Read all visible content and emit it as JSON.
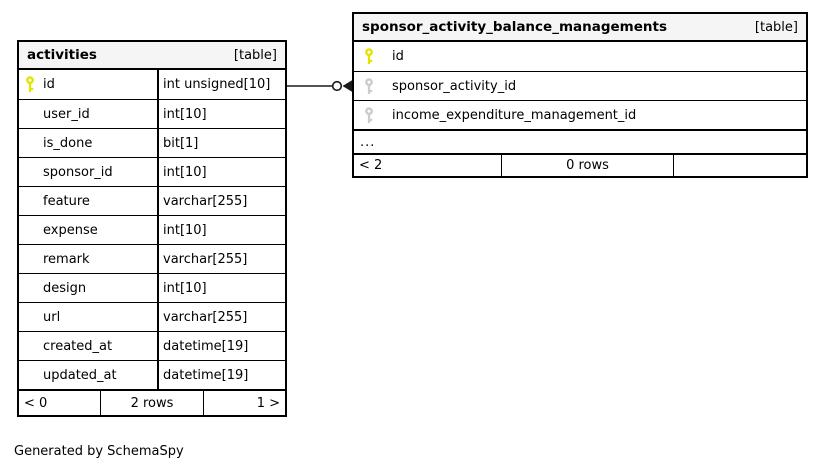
{
  "footer_note": "Generated by SchemaSpy",
  "colors": {
    "primary_key": "#e4e400",
    "foreign_key": "#cccccc",
    "header_bg": "#f5f5f5",
    "border": "#000000",
    "connector": "#1a1a1a"
  },
  "tables": [
    {
      "name": "activities",
      "badge": "[table]",
      "has_types": true,
      "columns": [
        {
          "name": "id",
          "type": "int unsigned[10]",
          "key": "primary"
        },
        {
          "name": "user_id",
          "type": "int[10]",
          "key": null
        },
        {
          "name": "is_done",
          "type": "bit[1]",
          "key": null
        },
        {
          "name": "sponsor_id",
          "type": "int[10]",
          "key": null
        },
        {
          "name": "feature",
          "type": "varchar[255]",
          "key": null
        },
        {
          "name": "expense",
          "type": "int[10]",
          "key": null
        },
        {
          "name": "remark",
          "type": "varchar[255]",
          "key": null
        },
        {
          "name": "design",
          "type": "int[10]",
          "key": null
        },
        {
          "name": "url",
          "type": "varchar[255]",
          "key": null
        },
        {
          "name": "created_at",
          "type": "datetime[19]",
          "key": null
        },
        {
          "name": "updated_at",
          "type": "datetime[19]",
          "key": null
        }
      ],
      "footer": {
        "left": "< 0",
        "center": "2 rows",
        "right": "1 >"
      }
    },
    {
      "name": "sponsor_activity_balance_managements",
      "badge": "[table]",
      "has_types": false,
      "columns": [
        {
          "name": "id",
          "key": "primary"
        },
        {
          "name": "sponsor_activity_id",
          "key": "foreign"
        },
        {
          "name": "income_expenditure_management_id",
          "key": "foreign"
        }
      ],
      "ellipsis": "...",
      "footer": {
        "left": "< 2",
        "center": "0 rows",
        "right": ""
      }
    }
  ],
  "relationship": {
    "from": "activities.id",
    "to": "sponsor_activity_balance_managements.sponsor_activity_id"
  }
}
